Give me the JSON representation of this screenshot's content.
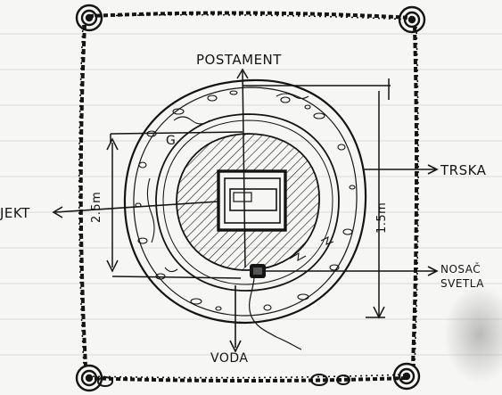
{
  "labels": {
    "postament": "POSTAMENT",
    "trska": "TRSKA",
    "objekt_partial": "JEKT",
    "nosac_line1": "NOSAČ",
    "nosac_line2": "SVETLA",
    "voda": "VODA",
    "dim_vertical_left": "2.5m",
    "dim_vertical_right": "1.5m",
    "dim_top": "G"
  },
  "colors": {
    "ink": "#141414",
    "paper": "#f6f6f4",
    "ruled_line": "#c9c9c9"
  }
}
